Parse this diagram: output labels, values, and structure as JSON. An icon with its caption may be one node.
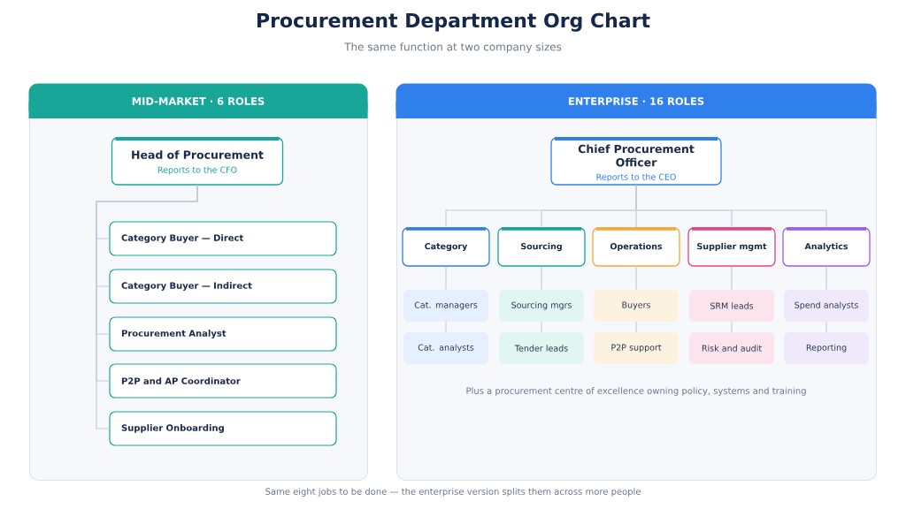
{
  "diagram": {
    "title": "Procurement Department Org Chart",
    "caption": "Same eight jobs to be done — the enterprise version splits them across more people",
    "nodes": [
      {
        "text": [
          "MID-MARKET · 6 ROLES"
        ]
      },
      {
        "text": [
          "Head of Procurement",
          "Reports to the CFO"
        ],
        "in": 0
      },
      {
        "text": [
          "Category Buyer — Direct"
        ],
        "in": 0
      },
      {
        "text": [
          "Category Buyer — Indirect"
        ],
        "in": 0
      },
      {
        "text": [
          "Procurement Analyst"
        ],
        "in": 0
      },
      {
        "text": [
          "P2P and AP Coordinator"
        ],
        "in": 0
      },
      {
        "text": [
          "Supplier Onboarding"
        ],
        "in": 0
      },
      {
        "text": [
          "ENTERPRISE · 16 ROLES"
        ]
      },
      {
        "text": [
          "Chief Procurement Officer",
          "Reports to the CEO"
        ],
        "in": 7
      },
      {
        "text": [
          "Category"
        ],
        "in": 7
      },
      {
        "text": [
          "Sourcing"
        ],
        "in": 7
      },
      {
        "text": [
          "Operations"
        ],
        "in": 7
      },
      {
        "text": [
          "Supplier mgmt"
        ],
        "in": 7
      },
      {
        "text": [
          "Analytics"
        ],
        "in": 7
      },
      {
        "text": [
          "Cat. managers"
        ],
        "in": 7
      },
      {
        "text": [
          "Sourcing mgrs"
        ],
        "in": 7
      },
      {
        "text": [
          "Buyers"
        ],
        "in": 7
      },
      {
        "text": [
          "SRM leads"
        ],
        "in": 7
      },
      {
        "text": [
          "Spend analysts"
        ],
        "in": 7
      },
      {
        "text": [
          "Cat. analysts"
        ],
        "in": 7
      },
      {
        "text": [
          "Tender leads"
        ],
        "in": 7
      },
      {
        "text": [
          "P2P support"
        ],
        "in": 7
      },
      {
        "text": [
          "Risk and audit"
        ],
        "in": 7
      },
      {
        "text": [
          "Reporting"
        ],
        "in": 7
      }
    ],
    "edges": [
      {
        "from": 1,
        "to": 2,
        "arrow": "none"
      },
      {
        "from": 1,
        "to": 3,
        "arrow": "none"
      },
      {
        "from": 1,
        "to": 4,
        "arrow": "none"
      },
      {
        "from": 1,
        "to": 5,
        "arrow": "none"
      },
      {
        "from": 1,
        "to": 6,
        "arrow": "none"
      },
      {
        "from": 8,
        "to": 9,
        "arrow": "none"
      },
      {
        "from": 8,
        "to": 10,
        "arrow": "none"
      },
      {
        "from": 8,
        "to": 11,
        "arrow": "none"
      },
      {
        "from": 8,
        "to": 12,
        "arrow": "none"
      },
      {
        "from": 8,
        "to": 13,
        "arrow": "none"
      },
      {
        "from": 9,
        "to": 14,
        "arrow": "none"
      },
      {
        "from": 10,
        "to": 15,
        "arrow": "none"
      },
      {
        "from": 11,
        "to": 16,
        "arrow": "none"
      },
      {
        "from": 12,
        "to": 17,
        "arrow": "none"
      },
      {
        "from": 13,
        "to": 18,
        "arrow": "none"
      },
      {
        "from": 14,
        "to": 19,
        "arrow": "none"
      },
      {
        "from": 15,
        "to": 20,
        "arrow": "none"
      },
      {
        "from": 16,
        "to": 21,
        "arrow": "none"
      },
      {
        "from": 17,
        "to": 22,
        "arrow": "none"
      },
      {
        "from": 18,
        "to": 23,
        "arrow": "none"
      }
    ],
    "labels": [
      "The same function at two company sizes",
      "Plus a procurement centre of excellence owning policy, systems and training"
    ]
  }
}
